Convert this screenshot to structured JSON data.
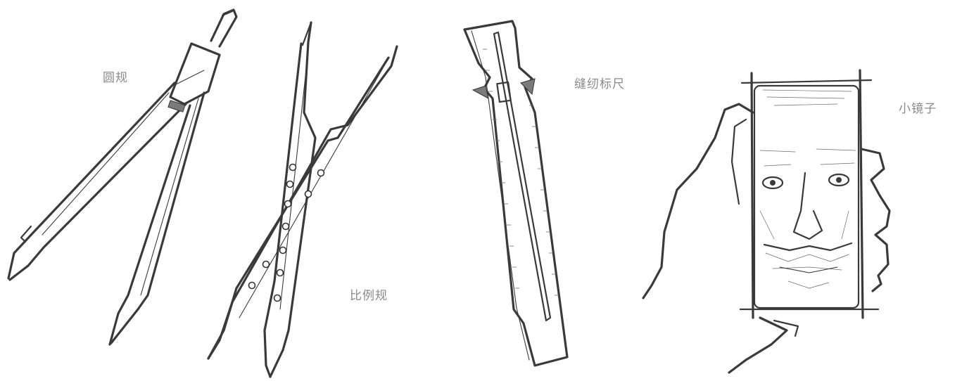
{
  "labels": {
    "compass": "圆规",
    "proportional_divider": "比例规",
    "sewing_gauge": "缝纫标尺",
    "hand_mirror": "小镜子"
  },
  "colors": {
    "ink": "#3a3a3a",
    "label": "#8a8a8a",
    "background": "#ffffff"
  }
}
